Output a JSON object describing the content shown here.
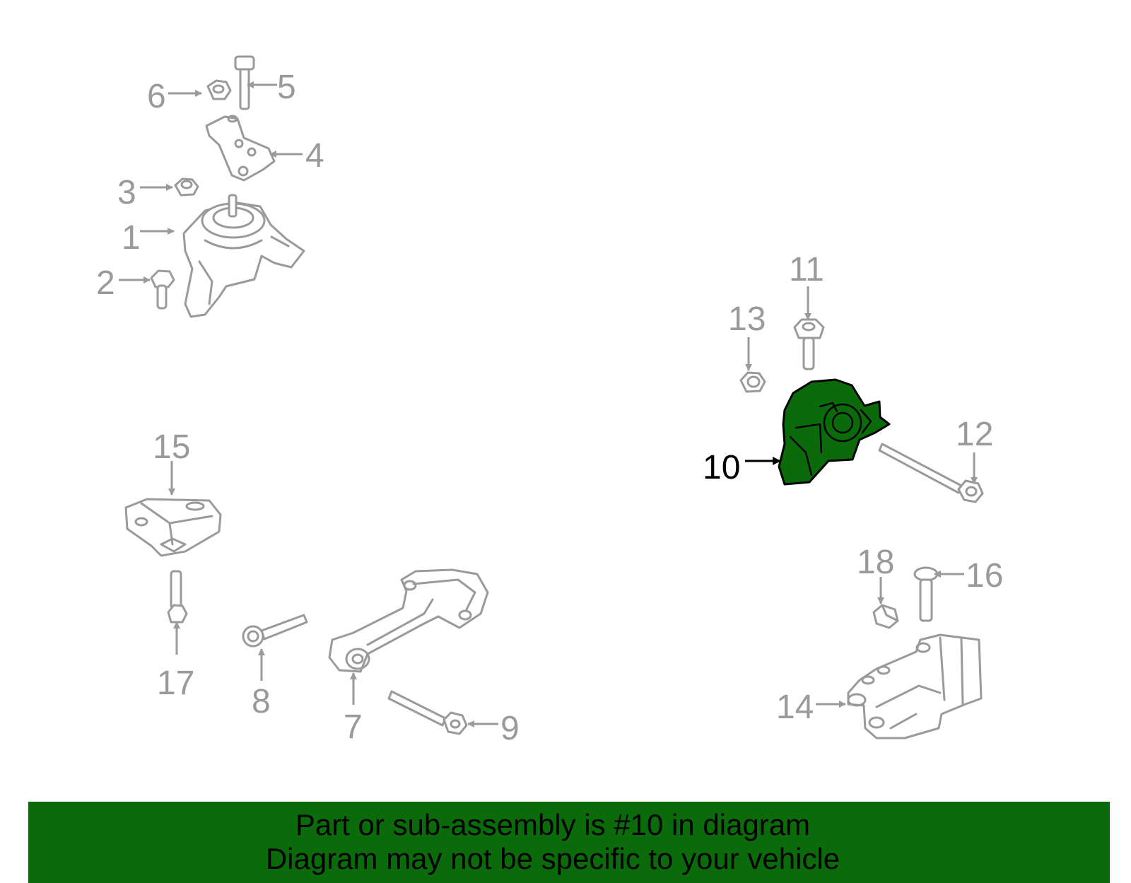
{
  "diagram": {
    "callouts": {
      "c1": "1",
      "c2": "2",
      "c3": "3",
      "c4": "4",
      "c5": "5",
      "c6": "6",
      "c7": "7",
      "c8": "8",
      "c9": "9",
      "c10": "10",
      "c11": "11",
      "c12": "12",
      "c13": "13",
      "c14": "14",
      "c15": "15",
      "c16": "16",
      "c17": "17",
      "c18": "18"
    },
    "highlighted_part": "10",
    "highlight_color": "#0b6b0b",
    "line_color": "#9a9a9a"
  },
  "banner": {
    "line1": "Part or sub-assembly is #10 in diagram",
    "line2": "Diagram may not be specific to your vehicle",
    "color": "#0b6b0b"
  }
}
